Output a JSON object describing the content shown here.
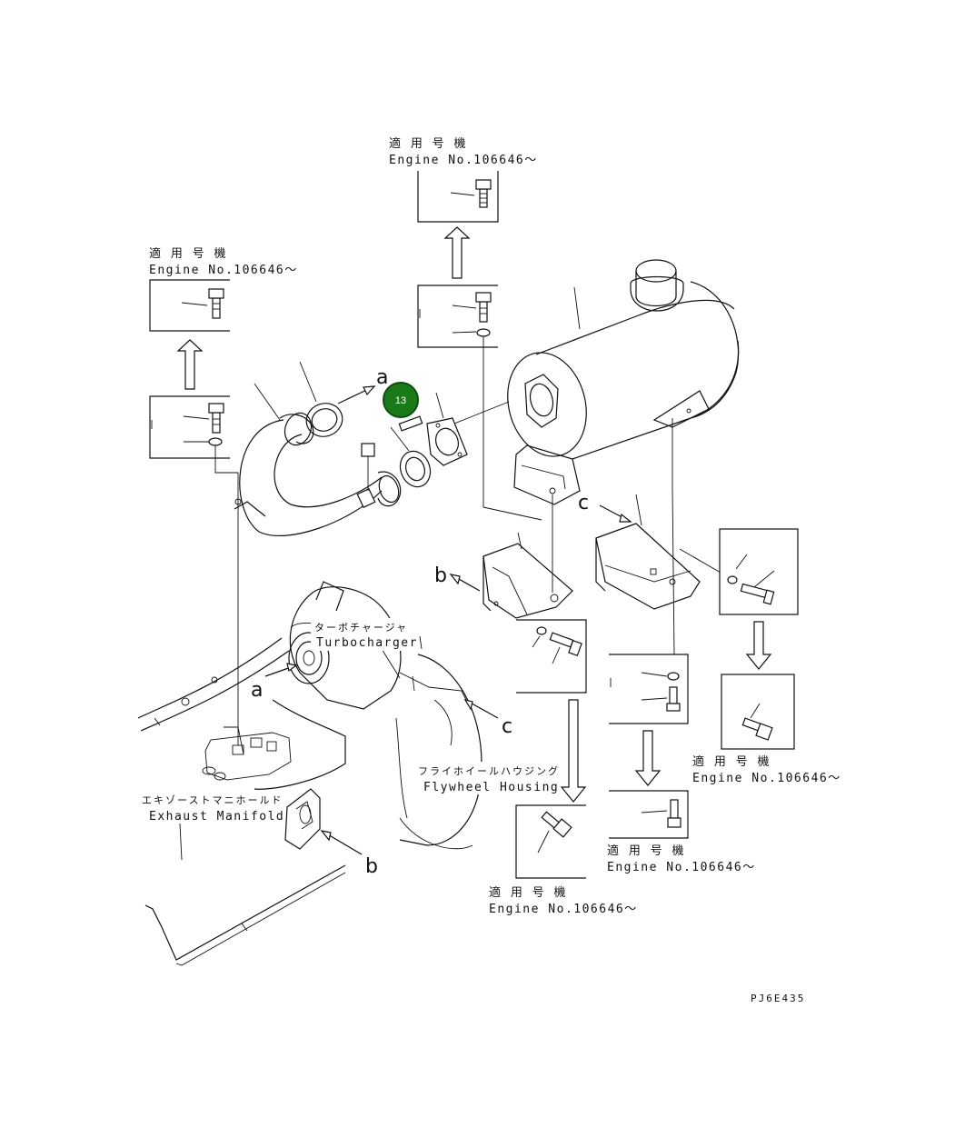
{
  "applicability_labels": {
    "top": {
      "jp": "適 用 号 機",
      "en": "Engine No.106646〜"
    },
    "left": {
      "jp": "適 用 号 機",
      "en": "Engine No.106646〜"
    },
    "right": {
      "jp": "適 用 号 機",
      "en": "Engine No.106646〜"
    },
    "bottom_mid": {
      "jp": "適 用 号 機",
      "en": "Engine No.106646〜"
    },
    "bottom_left": {
      "jp": "適 用 号 機",
      "en": "Engine No.106646〜"
    }
  },
  "component_labels": {
    "turbocharger_jp": "ターボチャージャ",
    "turbocharger_en": "Turbocharger",
    "flywheel_jp": "フライホイールハウジング",
    "flywheel_en": "Flywheel Housing",
    "manifold_jp": "エキゾーストマニホールド",
    "manifold_en": "Exhaust Manifold"
  },
  "reference_letters": {
    "a": "a",
    "b": "b",
    "c": "c"
  },
  "callout": {
    "number": "13",
    "color": "#1a7a1a"
  },
  "drawing_code": "PJ6E435"
}
